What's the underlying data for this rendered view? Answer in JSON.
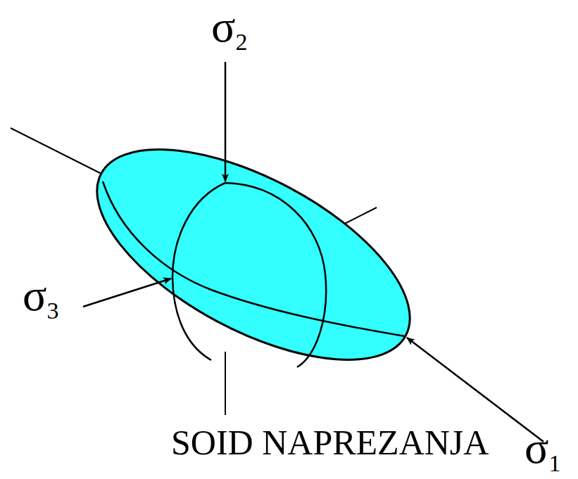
{
  "diagram": {
    "caption": "SOID NAPREZANJA",
    "labels": [
      "σ2",
      "σ3",
      "σ1"
    ]
  }
}
